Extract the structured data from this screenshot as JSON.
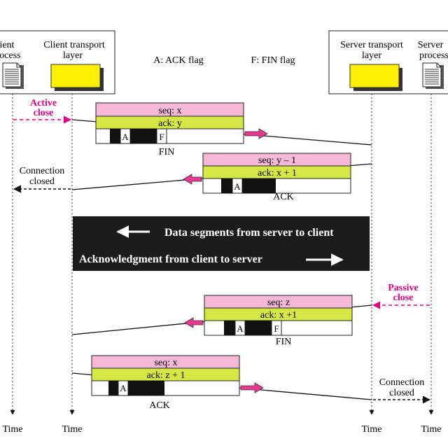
{
  "header": {
    "client_process": [
      "lient",
      "rocess"
    ],
    "client_transport": [
      "Client transport",
      "layer"
    ],
    "server_transport": [
      "Server transport",
      "layer"
    ],
    "server_process": [
      "Server",
      "process"
    ],
    "legend_ack": "A: ACK flag",
    "legend_fin": "F: FIN flag"
  },
  "annotations": {
    "active_close": [
      "Active",
      "close"
    ],
    "passive_close": [
      "Passive",
      "close"
    ],
    "connection_closed_client": [
      "Connection",
      "closed"
    ],
    "connection_closed_server": [
      "Connection",
      "closed"
    ]
  },
  "segments": [
    {
      "seq": "seq: x",
      "ack": "ack: y",
      "flag_a": "A",
      "flag_f": "F",
      "caption": "FIN"
    },
    {
      "seq": "seq: y – 1",
      "ack": "ack: x + 1",
      "flag_a": "A",
      "flag_f": "",
      "caption": "ACK"
    },
    {
      "seq": "seq: z",
      "ack": "ack: x +1",
      "flag_a": "A",
      "flag_f": "F",
      "caption": "FIN"
    },
    {
      "seq": "seq: x",
      "ack": "ack: z + 1",
      "flag_a": "A",
      "flag_f": "",
      "caption": "ACK"
    }
  ],
  "data_box": {
    "line1": "Data segments from server to client",
    "line2": "Acknowledgment from client to server"
  },
  "time_labels": [
    "Time",
    "Time",
    "Time",
    "Time"
  ],
  "colors": {
    "seq_fill": "#f5b8d6",
    "ack_fill": "#d4e845",
    "arrow_pink": "#e8388f",
    "magenta_text": "#e6007e",
    "transport_yellow": "#ffef00",
    "dark_box": "#1c1c1c"
  }
}
